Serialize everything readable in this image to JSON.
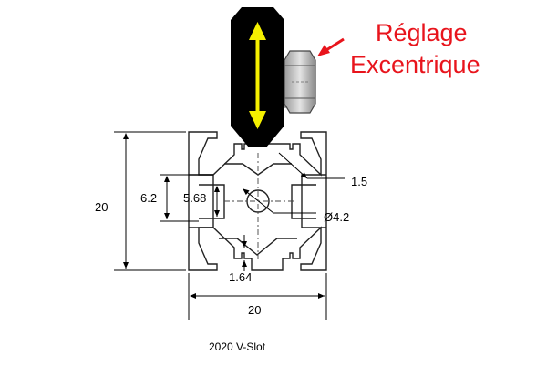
{
  "annotation": {
    "line1": "Réglage",
    "line2": "Excentrique",
    "color": "#e8141c"
  },
  "dimensions": {
    "height": "20",
    "width": "20",
    "slot_width": "6.2",
    "inner_width": "5.68",
    "chamfer": "1.5",
    "bore": "Ø4.2",
    "lip": "1.64"
  },
  "caption": "2020 V-Slot",
  "icons": {
    "wheel": "black-wheel-icon",
    "arrow": "yellow-double-arrow-icon",
    "nut": "hex-nut-icon",
    "pointer": "red-arrow-icon"
  },
  "colors": {
    "wheel": "#000000",
    "arrow": "#f5f000",
    "profile_stroke": "#222222"
  }
}
